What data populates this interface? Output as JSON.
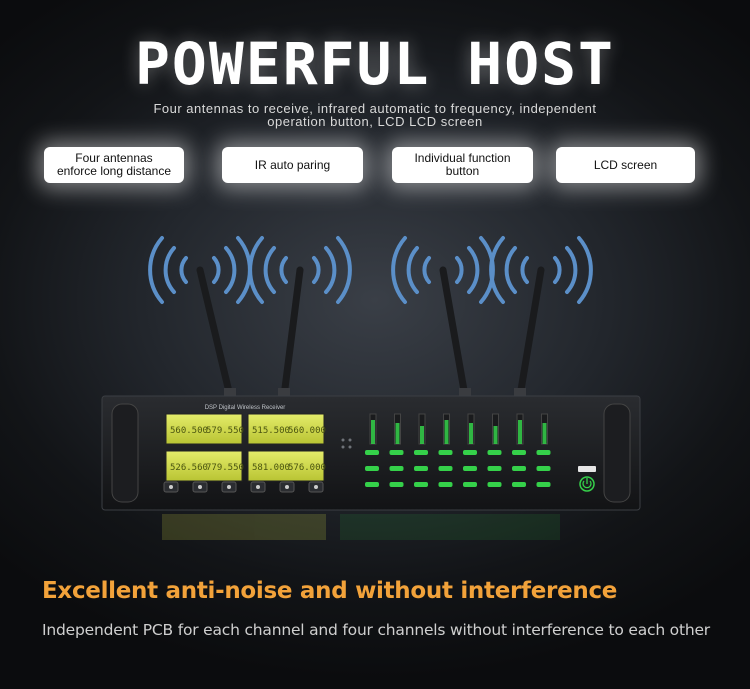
{
  "title": "POWERFUL HOST",
  "subtitle": [
    "Four antennas to receive, infrared automatic to frequency, independent",
    "operation button, LCD LCD screen"
  ],
  "badges": [
    {
      "lines": [
        "Four antennas",
        "enforce long distance"
      ]
    },
    {
      "lines": [
        "IR auto paring"
      ]
    },
    {
      "lines": [
        "Individual function",
        "button"
      ]
    },
    {
      "lines": [
        "LCD screen"
      ]
    }
  ],
  "device": {
    "model_label": "DSP Digital Wireless Receiver",
    "lcd_readouts": [
      "560.500",
      "579.550",
      "515.500",
      "560.000",
      "526.560",
      "779.550",
      "581.000",
      "576.000"
    ],
    "channel_count": 8
  },
  "headline": "Excellent anti-noise and without interference",
  "description": "Independent PCB for each channel and four channels without interference to each other",
  "colors": {
    "headline": "#f2a23a",
    "lcd": "#d6e04a",
    "signal_arcs": "#5b8fc8",
    "led_green": "#35d14a"
  }
}
